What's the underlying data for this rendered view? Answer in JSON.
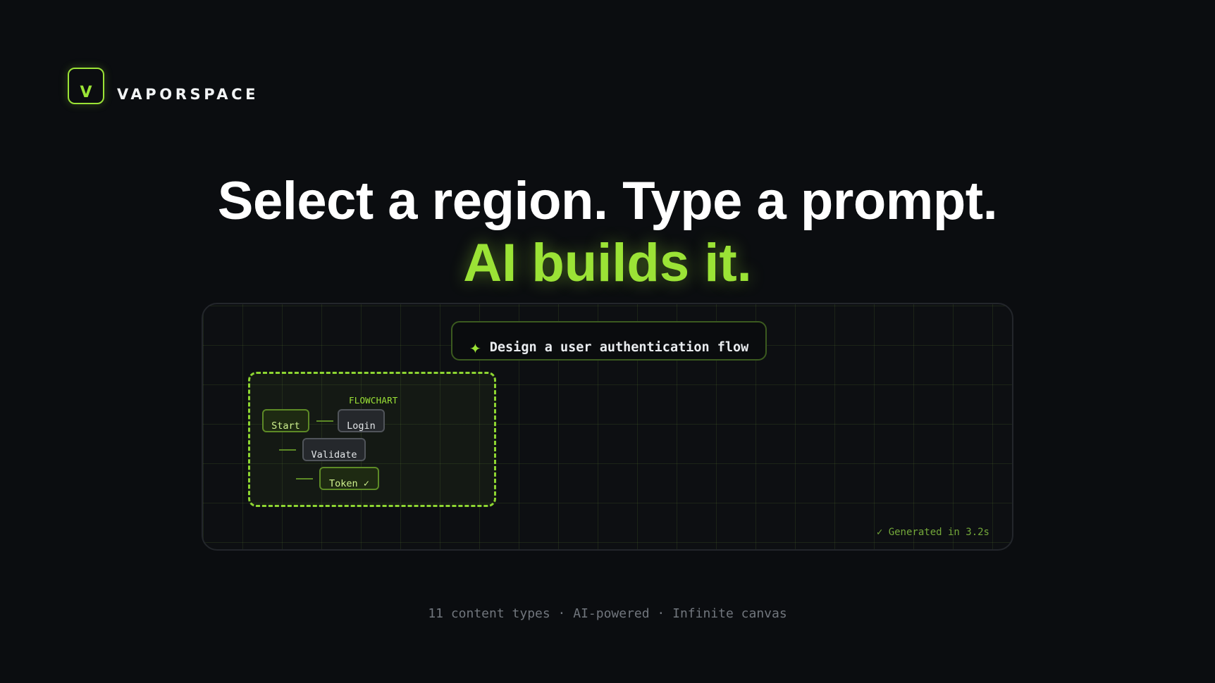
{
  "brand": {
    "logo_letter": "V",
    "name": "VAPORSPACE"
  },
  "headline": {
    "line1": "Select a region. Type a prompt.",
    "line2": "AI builds it."
  },
  "canvas_preview": {
    "prompt_icon": "sparkle-icon",
    "prompt_icon_glyph": "✦",
    "prompt_text": "Design a user authentication flow",
    "selection": {
      "label": "FLOWCHART",
      "nodes": {
        "start": "Start",
        "login": "Login",
        "validate": "Validate",
        "token": "Token ✓"
      }
    },
    "status": "✓ Generated in 3.2s"
  },
  "footer": {
    "tagline": "11 content types · AI-powered · Infinite canvas"
  },
  "colors": {
    "background": "#0b0d10",
    "accent": "#9be336",
    "text_primary": "#ffffff",
    "text_muted": "#71767d"
  }
}
